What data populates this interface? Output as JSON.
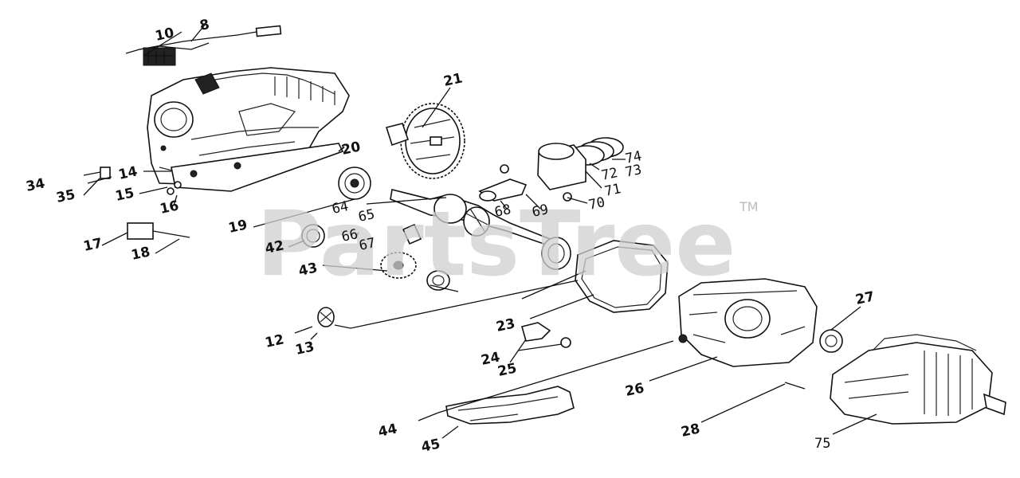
{
  "watermark": {
    "text": "PartsTree",
    "tm": "TM"
  },
  "callouts": [
    {
      "id": "c10",
      "text": "10"
    },
    {
      "id": "c8",
      "text": "8"
    },
    {
      "id": "c21",
      "text": "21"
    },
    {
      "id": "c20",
      "text": "20"
    },
    {
      "id": "c74",
      "text": "74"
    },
    {
      "id": "c73",
      "text": "73"
    },
    {
      "id": "c72",
      "text": "72"
    },
    {
      "id": "c71",
      "text": "71"
    },
    {
      "id": "c70",
      "text": "70"
    },
    {
      "id": "c69",
      "text": "69"
    },
    {
      "id": "c68",
      "text": "68"
    },
    {
      "id": "c65",
      "text": "65"
    },
    {
      "id": "c64",
      "text": "64"
    },
    {
      "id": "c34",
      "text": "34"
    },
    {
      "id": "c35",
      "text": "35"
    },
    {
      "id": "c14",
      "text": "14"
    },
    {
      "id": "c15",
      "text": "15"
    },
    {
      "id": "c16",
      "text": "16"
    },
    {
      "id": "c19",
      "text": "19"
    },
    {
      "id": "c17",
      "text": "17"
    },
    {
      "id": "c18",
      "text": "18"
    },
    {
      "id": "c42",
      "text": "42"
    },
    {
      "id": "c66",
      "text": "66"
    },
    {
      "id": "c67",
      "text": "67"
    },
    {
      "id": "c43",
      "text": "43"
    },
    {
      "id": "c23",
      "text": "23"
    },
    {
      "id": "c12",
      "text": "12"
    },
    {
      "id": "c13",
      "text": "13"
    },
    {
      "id": "c24",
      "text": "24"
    },
    {
      "id": "c25",
      "text": "25"
    },
    {
      "id": "c27",
      "text": "27"
    },
    {
      "id": "c26",
      "text": "26"
    },
    {
      "id": "c28",
      "text": "28"
    },
    {
      "id": "c44",
      "text": "44"
    },
    {
      "id": "c45",
      "text": "45"
    },
    {
      "id": "c75",
      "text": "75"
    }
  ]
}
